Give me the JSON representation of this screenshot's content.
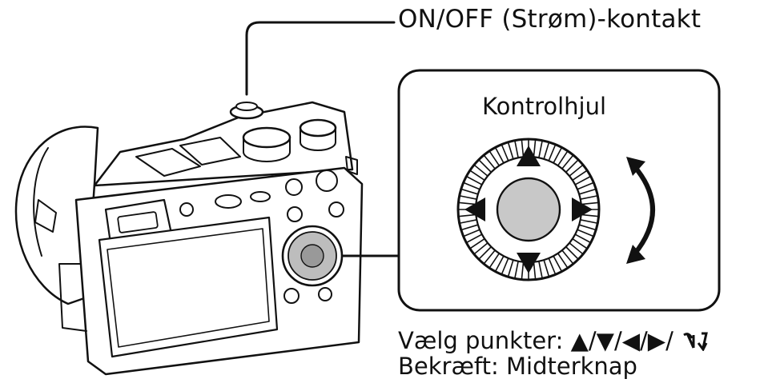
{
  "callouts": {
    "power_switch": "ON/OFF (Strøm)-kontakt",
    "control_wheel_title": "Kontrolhjul"
  },
  "instructions": {
    "select_label": "Vælg punkter: ▲/▼/◀/▶/",
    "confirm_label": "Bekræft: Midterknap"
  },
  "icons": {
    "rotate_glyph": "rotate-icon",
    "rotation_arrow": "curved-double-arrow-icon"
  },
  "colors": {
    "line": "#111111",
    "button_fill": "#c8c8c8",
    "highlight": "#aaaaaa"
  }
}
